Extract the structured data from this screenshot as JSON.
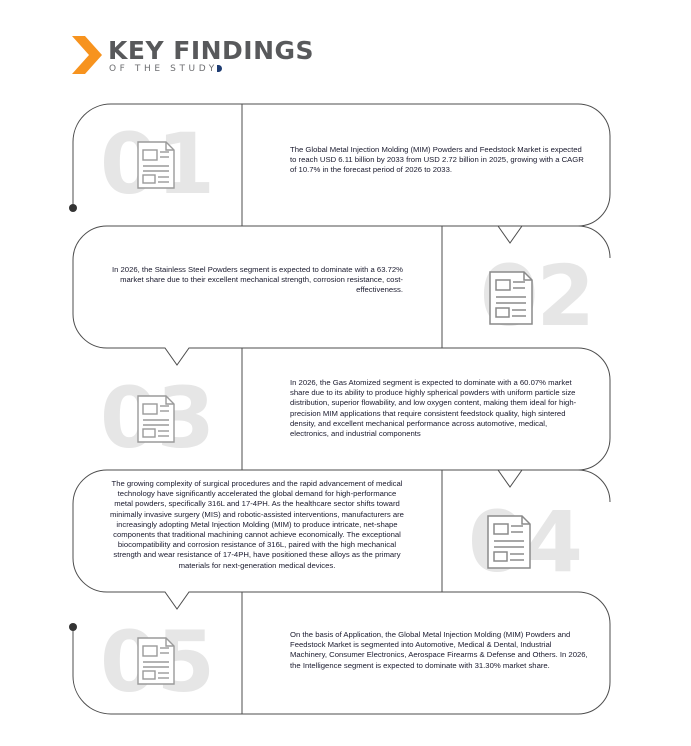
{
  "header": {
    "title": "KEY FINDINGS",
    "subtitle": "OF THE STUDY"
  },
  "colors": {
    "accent": "#f7931e",
    "frame": "#4d4d4d",
    "number": "#e6e6e6",
    "text": "#1a1a2e"
  },
  "findings": [
    {
      "number": "01",
      "icon": "document-icon",
      "text": "The Global Metal Injection Molding (MIM) Powders and Feedstock Market is expected to reach USD 6.11 billion by 2033 from USD 2.72 billion in 2025, growing with a CAGR of 10.7% in the forecast period of 2026 to 2033."
    },
    {
      "number": "02",
      "icon": "document-icon",
      "text": "In 2026, the Stainless Steel Powders segment is expected to dominate with a 63.72% market share due to their excellent mechanical strength, corrosion resistance, cost-effectiveness."
    },
    {
      "number": "03",
      "icon": "document-icon",
      "text": "In 2026, the Gas Atomized segment is expected to dominate with a 60.07% market share due to its ability to produce highly spherical powders with uniform particle size distribution, superior flowability, and low oxygen content, making them ideal for high-precision MIM applications that require consistent feedstock quality, high sintered density, and excellent mechanical performance across automotive, medical, electronics, and industrial components"
    },
    {
      "number": "04",
      "icon": "document-icon",
      "text": "The growing complexity of surgical procedures and the rapid advancement of medical technology have significantly accelerated the global demand for high-performance metal powders, specifically 316L and 17-4PH. As the healthcare sector shifts toward minimally invasive surgery (MIS) and robotic-assisted interventions, manufacturers are increasingly adopting Metal Injection Molding (MIM) to produce intricate, net-shape components that traditional machining cannot achieve economically. The exceptional biocompatibility and corrosion resistance of 316L, paired with the high mechanical strength and wear resistance of 17-4PH, have positioned these alloys as the primary materials for next-generation medical devices."
    },
    {
      "number": "05",
      "icon": "document-icon",
      "text": "On the basis of Application, the Global Metal Injection Molding (MIM) Powders and Feedstock Market is segmented into Automotive, Medical & Dental, Industrial Machinery, Consumer Electronics, Aerospace Firearms & Defense and Others. In 2026, the Intelligence segment is expected to dominate with 31.30% market share."
    }
  ]
}
